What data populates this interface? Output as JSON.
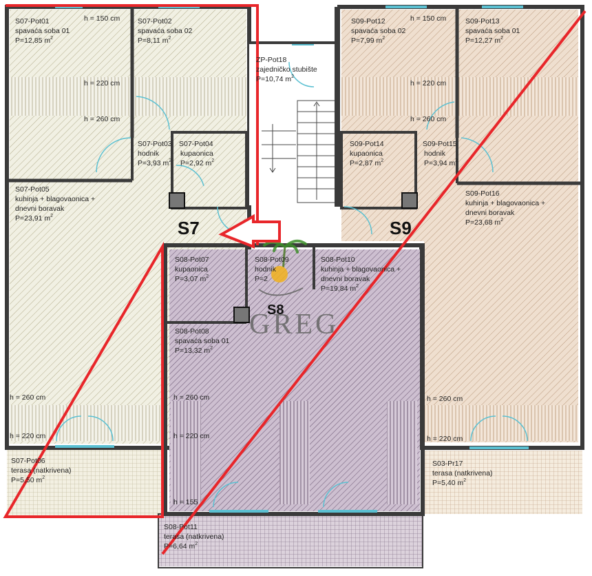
{
  "rooms": {
    "s07_pot01": {
      "code": "S07-Pot01",
      "name": "spavaća soba 01",
      "area": "P=12,85 m",
      "unit": "2"
    },
    "s07_pot02": {
      "code": "S07-Pot02",
      "name": "spavaća soba 02",
      "area": "P=8,11 m",
      "unit": "2"
    },
    "s07_pot03": {
      "code": "S07-Pot03",
      "name": "hodnik",
      "area": "P=3,93 m",
      "unit": "2"
    },
    "s07_pot04": {
      "code": "S07-Pot04",
      "name": "kupaonica",
      "area": "P=2,92 m",
      "unit": "2"
    },
    "s07_pot05": {
      "code": "S07-Pot05",
      "name": "kuhinja + blagovaonica +",
      "name2": "dnevni boravak",
      "area": "P=23,91 m",
      "unit": "2"
    },
    "s07_pot06": {
      "code": "S07-Pot06",
      "name": "terasa (natkrivena)",
      "area": "P=5,50 m",
      "unit": "2"
    },
    "zp_pot18": {
      "code": "ZP-Pot18",
      "name": "zajedničko stubište",
      "area": "P=10,74 m",
      "unit": "2"
    },
    "s09_pot12": {
      "code": "S09-Pot12",
      "name": "spavaća soba 02",
      "area": "P=7,99 m",
      "unit": "2"
    },
    "s09_pot13": {
      "code": "S09-Pot13",
      "name": "spavaća soba 01",
      "area": "P=12,27 m",
      "unit": "2"
    },
    "s09_pot14": {
      "code": "S09-Pot14",
      "name": "kupaonica",
      "area": "P=2,87 m",
      "unit": "2"
    },
    "s09_pot15": {
      "code": "S09-Pot15",
      "name": "hodnik",
      "area": "P=3,94 m",
      "unit": "2"
    },
    "s09_pot16": {
      "code": "S09-Pot16",
      "name": "kuhinja + blagovaonica +",
      "name2": "dnevni boravak",
      "area": "P=23,68 m",
      "unit": "2"
    },
    "s03_pr17": {
      "code": "S03-Pr17",
      "name": "terasa (natkrivena)",
      "area": "P=5,40 m",
      "unit": "2"
    },
    "s08_pot07": {
      "code": "S08-Pot07",
      "name": "kupaonica",
      "area": "P=3,07 m",
      "unit": "2"
    },
    "s08_pot08": {
      "code": "S08-Pot08",
      "name": "spavaća soba 01",
      "area": "P=13,32 m",
      "unit": "2"
    },
    "s08_pot09": {
      "code": "S08-Pot09",
      "name": "hodnik",
      "area": "P=2"
    },
    "s08_pot10": {
      "code": "S08-Pot10",
      "name": "kuhinja + blagovaonica +",
      "name2": "dnevni boravak",
      "area": "P=19,84 m",
      "unit": "2"
    },
    "s08_pot11": {
      "code": "S08-Pot11",
      "name": "terasa (natkrivena)",
      "area": "P=6,64 m",
      "unit": "2"
    }
  },
  "heights": {
    "h150": "h = 150 cm",
    "h220": "h = 220 cm",
    "h260": "h = 260 cm",
    "h155": "h = 155"
  },
  "units": {
    "s7": "S7",
    "s8": "S8",
    "s9": "S9"
  },
  "watermark": {
    "text": "GREG"
  },
  "colors": {
    "highlight": "#e8262a",
    "s7_fill": "#efeede",
    "s8_fill": "#cbbccd",
    "s9_fill": "#eddccd",
    "wall": "#3a3a3a",
    "window": "#5ac0d2"
  },
  "icons": {
    "arrow": "left-arrow-outline",
    "watermark": "palm-tree-logo"
  }
}
